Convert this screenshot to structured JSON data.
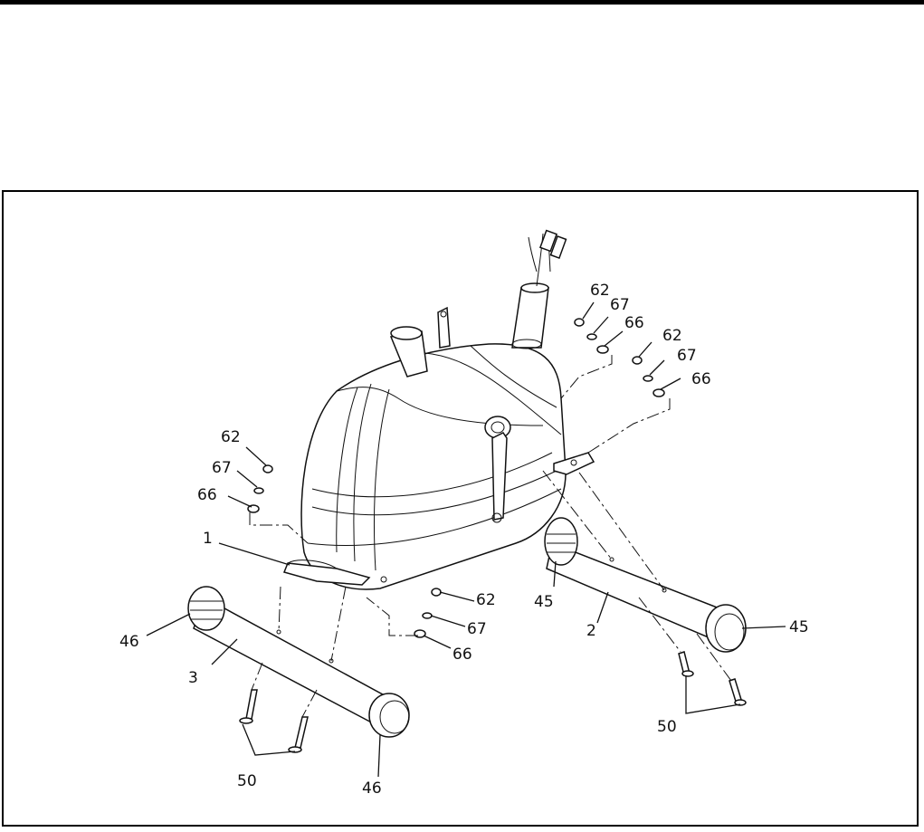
{
  "callouts": {
    "c62a": "62",
    "c67a": "67",
    "c66a": "66",
    "c62b": "62",
    "c67b": "67",
    "c66b": "66",
    "c62c": "62",
    "c67c": "67",
    "c66c": "66",
    "c62d": "62",
    "c67d": "67",
    "c66d": "66",
    "c1": "1",
    "c2": "2",
    "c3": "3",
    "c45a": "45",
    "c45b": "45",
    "c46a": "46",
    "c46b": "46",
    "c50a": "50",
    "c50b": "50"
  }
}
